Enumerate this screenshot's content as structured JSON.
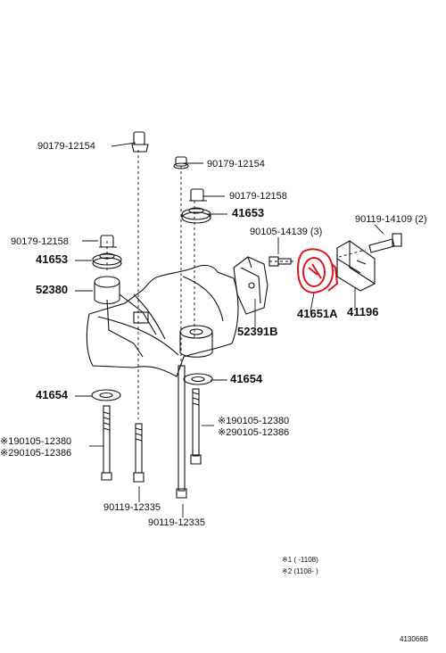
{
  "labels": {
    "p_90179_12154_a": "90179-12154",
    "p_90179_12154_b": "90179-12154",
    "p_90179_12158_a": "90179-12158",
    "p_90179_12158_b": "90179-12158",
    "p_41653_a": "41653",
    "p_41653_b": "41653",
    "p_90105_14139": "90105-14139 (3)",
    "p_90119_14109": "90119-14109 (2)",
    "p_52380": "52380",
    "p_52391b": "52391B",
    "p_41651a": "41651A",
    "p_41196": "41196",
    "p_41654_a": "41654",
    "p_41654_b": "41654",
    "p_90105_12380_l": "※190105-12380",
    "p_90105_12386_l": "※290105-12386",
    "p_90105_12380_r": "※190105-12380",
    "p_90105_12386_r": "※290105-12386",
    "p_90119_12335_a": "90119-12335",
    "p_90119_12335_b": "90119-12335"
  },
  "notes": {
    "note1": "※1 (    -1108)",
    "note2": "※2 (1108-    )",
    "diagram_id": "413066B"
  },
  "colors": {
    "highlight": "#e0141e",
    "ink": "#111111"
  }
}
